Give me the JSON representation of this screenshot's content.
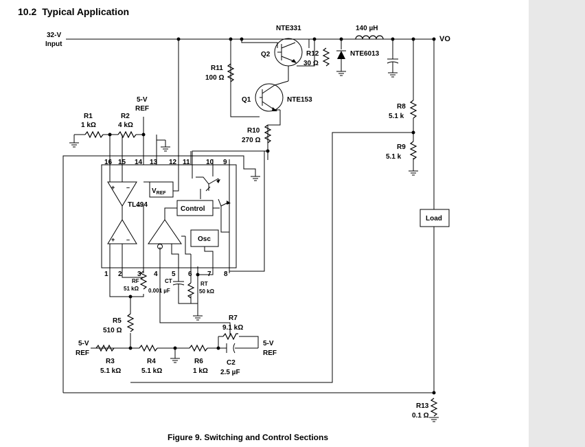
{
  "document": {
    "section_number": "10.2",
    "section_title": "Typical Application",
    "figure_caption": "Figure 9.  Switching and Control Sections"
  },
  "schematic": {
    "input_label": [
      "32-V",
      "Input"
    ],
    "output_label": "VO",
    "ic_name": "TL494",
    "blocks": {
      "vref_main": "V",
      "vref_sub": "REF",
      "control": "Control",
      "osc": "Osc"
    },
    "pins_top": [
      "16",
      "15",
      "14",
      "13",
      "12",
      "11",
      "10",
      "9"
    ],
    "pins_bottom": [
      "1",
      "2",
      "3",
      "4",
      "5",
      "6",
      "7",
      "8"
    ],
    "refs_5v": [
      "5-V",
      "REF"
    ],
    "components": {
      "nte331": "NTE331",
      "inductor": "140 µH",
      "nte6013": "NTE6013",
      "q2": "Q2",
      "r12": [
        "R12",
        "30 Ω"
      ],
      "r11": [
        "R11",
        "100 Ω"
      ],
      "q1": "Q1",
      "nte153": "NTE153",
      "r10": [
        "R10",
        "270 Ω"
      ],
      "r8": [
        "R8",
        "5.1 k"
      ],
      "r9": [
        "R9",
        "5.1 k"
      ],
      "load": "Load",
      "r1": [
        "R1",
        "1 kΩ"
      ],
      "r2": [
        "R2",
        "4 kΩ"
      ],
      "rf": [
        "RF",
        "51 kΩ"
      ],
      "ct": [
        "CT",
        "0.001 µF"
      ],
      "rt": [
        "RT",
        "50 kΩ"
      ],
      "r5": [
        "R5",
        "510 Ω"
      ],
      "r7": [
        "R7",
        "9.1 kΩ"
      ],
      "r3": [
        "R3",
        "5.1 kΩ"
      ],
      "r4": [
        "R4",
        "5.1 kΩ"
      ],
      "r6": [
        "R6",
        "1 kΩ"
      ],
      "c2": [
        "C2",
        "2.5 µF"
      ],
      "r13": [
        "R13",
        "0.1 Ω"
      ]
    }
  }
}
